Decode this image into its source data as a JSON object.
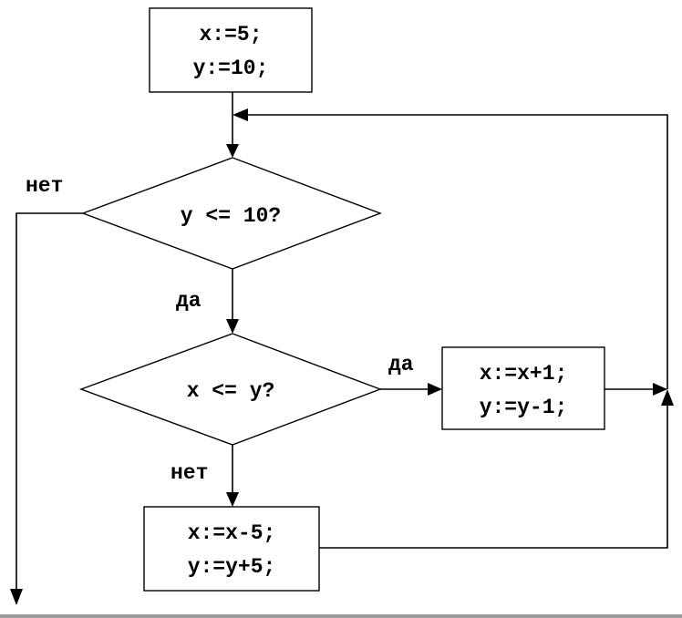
{
  "flowchart": {
    "init": {
      "line1": "x:=5;",
      "line2": "y:=10;"
    },
    "outer_condition": {
      "text": "y <= 10?",
      "yes_label": "да",
      "no_label": "нет"
    },
    "inner_condition": {
      "text": "x <= y?",
      "yes_label": "да",
      "no_label": "нет"
    },
    "yes_block": {
      "line1": "x:=x+1;",
      "line2": "y:=y-1;"
    },
    "no_block": {
      "line1": "x:=x-5;",
      "line2": "y:=y+5;"
    }
  }
}
